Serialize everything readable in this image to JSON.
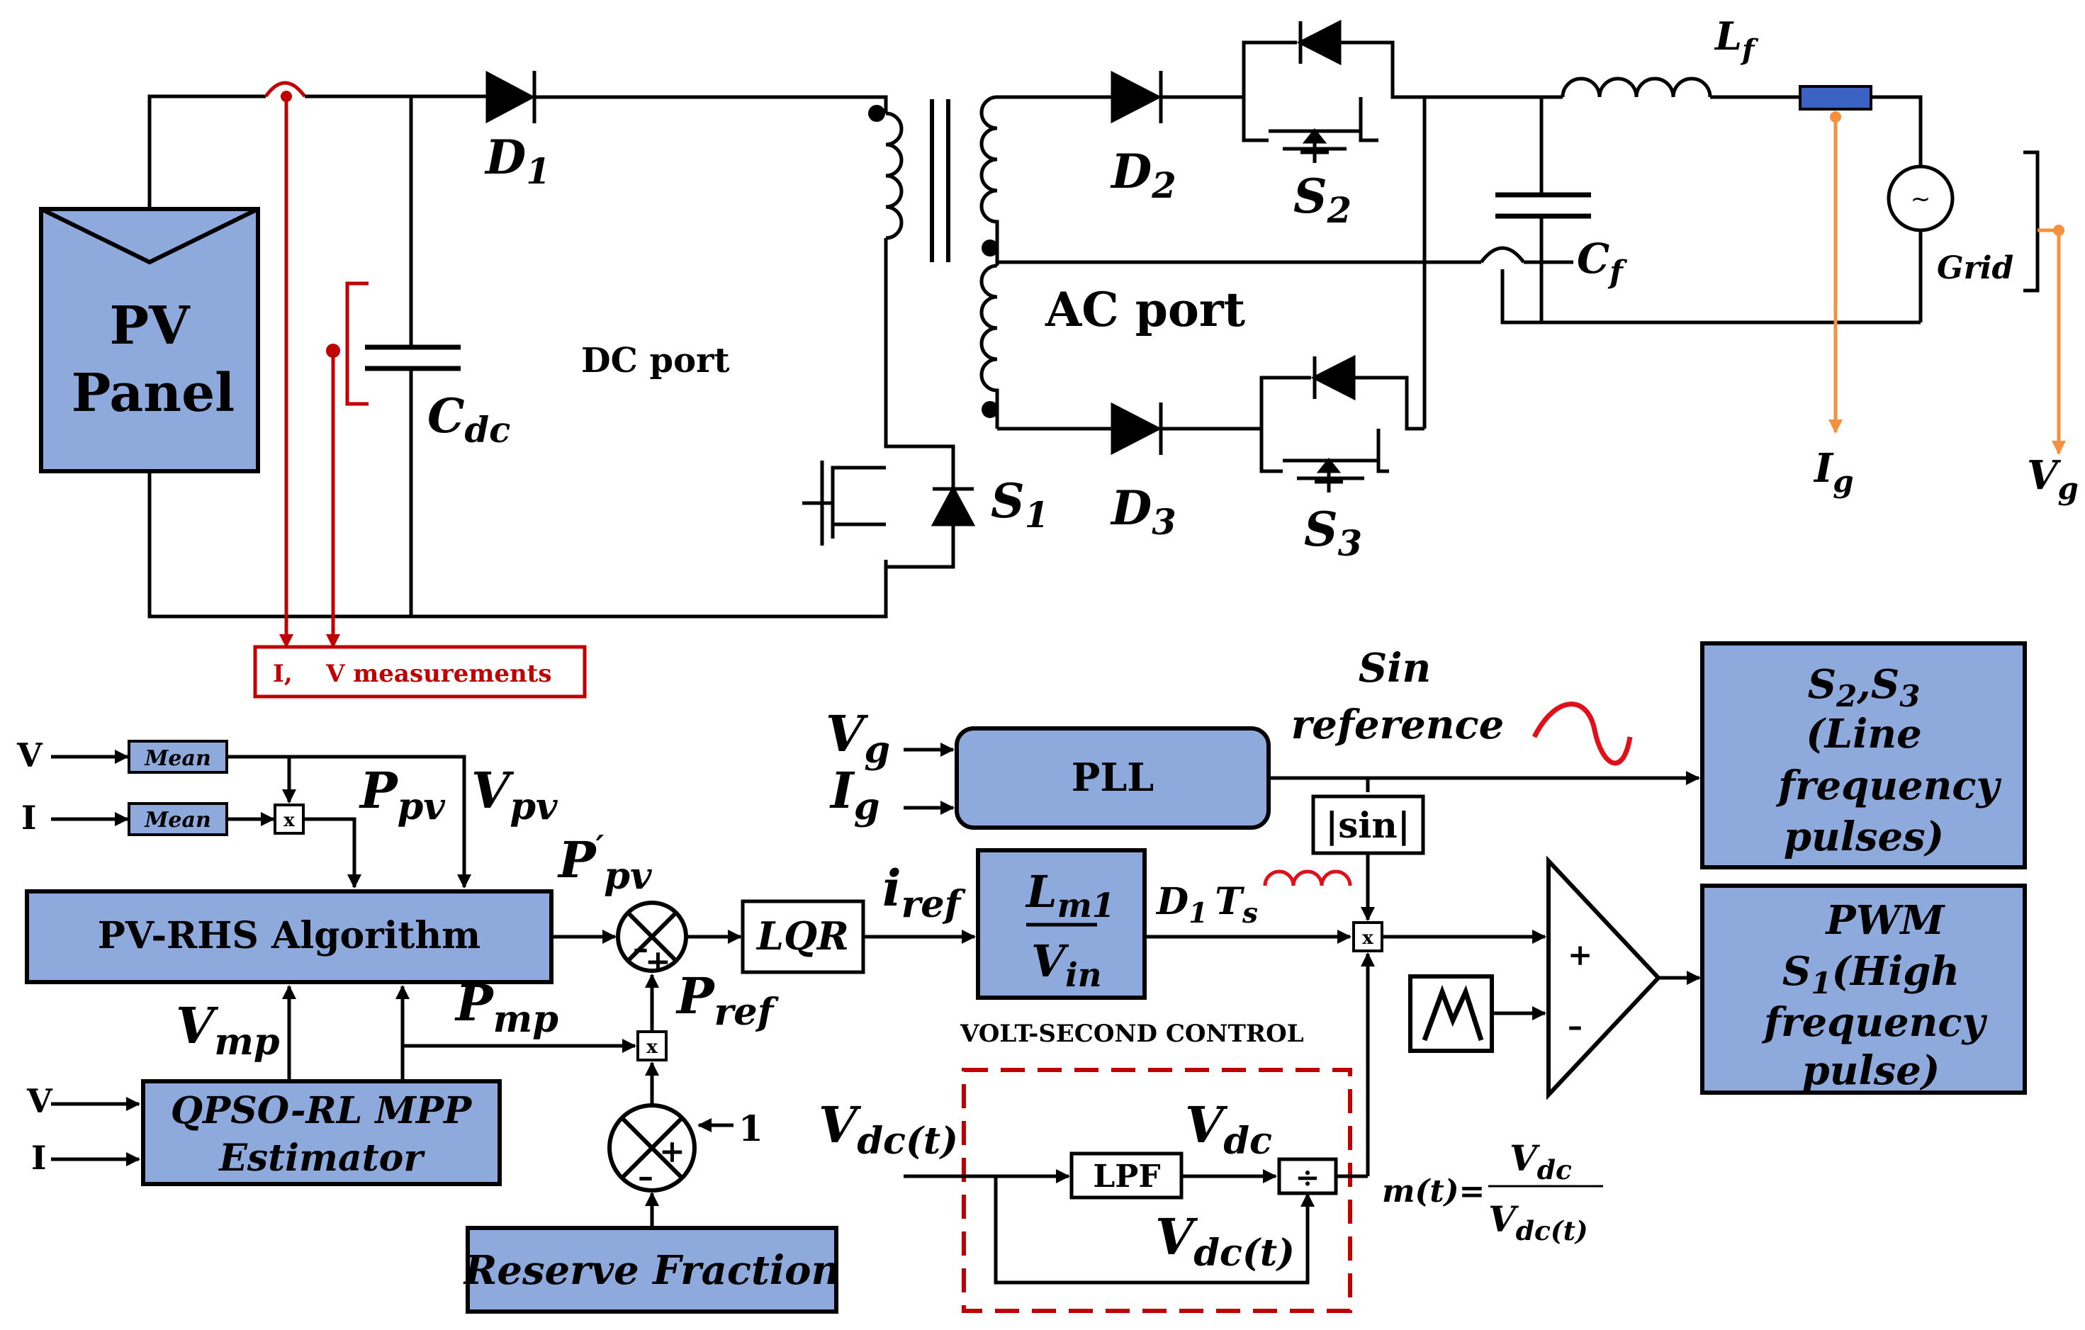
{
  "colors": {
    "box_fill": "#8EA9DB",
    "stroke": "#000000",
    "measure_red": "#C00000",
    "sensor_orange": "#F4913E",
    "sin_red": "#E0101A",
    "sensor_block": "#3A63C3"
  },
  "circuit": {
    "pv_panel": [
      "PV",
      "Panel"
    ],
    "d1": {
      "main": "D",
      "sub": "1"
    },
    "d2": {
      "main": "D",
      "sub": "2"
    },
    "d3": {
      "main": "D",
      "sub": "3"
    },
    "s1": {
      "main": "S",
      "sub": "1"
    },
    "s2": {
      "main": "S",
      "sub": "2"
    },
    "s3": {
      "main": "S",
      "sub": "3"
    },
    "cdc": {
      "main": "C",
      "sub": "dc"
    },
    "cf": {
      "main": "C",
      "sub": "f"
    },
    "lf": {
      "main": "L",
      "sub": "f"
    },
    "dc_port": "DC port",
    "ac_port": "AC port",
    "grid": "Grid",
    "ig": {
      "main": "I",
      "sub": "g"
    },
    "vg": {
      "main": "V",
      "sub": "g"
    },
    "iv_measurements": "I,    V measurements"
  },
  "control": {
    "v_in": "V",
    "i_in": "I",
    "mean": "Mean",
    "mult": "x",
    "ppv": {
      "main": "P",
      "sub": "pv"
    },
    "vpv": {
      "main": "V",
      "sub": "pv"
    },
    "ppv_prime": {
      "main": "P",
      "prime": "′",
      "sub": "pv"
    },
    "pv_rhs": "PV-RHS Algorithm",
    "vmp": {
      "main": "V",
      "sub": "mp"
    },
    "pmp": {
      "main": "P",
      "sub": "mp"
    },
    "qpso": [
      "QPSO-RL MPP",
      "Estimator"
    ],
    "pref": {
      "main": "P",
      "sub": "ref"
    },
    "one": "1",
    "reserve": "Reserve Fraction",
    "lqr": "LQR",
    "iref": {
      "main": "i",
      "sub": "ref"
    },
    "vg": {
      "main": "V",
      "sub": "g"
    },
    "ig": {
      "main": "I",
      "sub": "g"
    },
    "pll": "PLL",
    "sin_ref": [
      "Sin",
      "reference"
    ],
    "abs_sin": "|sin|",
    "lm1": {
      "main": "L",
      "sub": "m1"
    },
    "vin": {
      "main": "V",
      "sub": "in"
    },
    "d1ts": {
      "d": "D",
      "dsub": "1",
      "t": "T",
      "tsub": "s"
    },
    "volt_second": "VOLT-SECOND CONTROL",
    "vdct": {
      "main": "V",
      "sub": "dc(t)"
    },
    "lpf": "LPF",
    "vdc": {
      "main": "V",
      "sub": "dc"
    },
    "div": "÷",
    "mt": "m(t)=",
    "plus": "+",
    "minus": "–",
    "s2s3_box": [
      "S",
      "2",
      ",S",
      "3",
      "(Line",
      "frequency",
      "pulses)"
    ],
    "pwm_box": [
      "PWM",
      "S",
      "1",
      "(High",
      "frequency",
      "pulse)"
    ]
  }
}
